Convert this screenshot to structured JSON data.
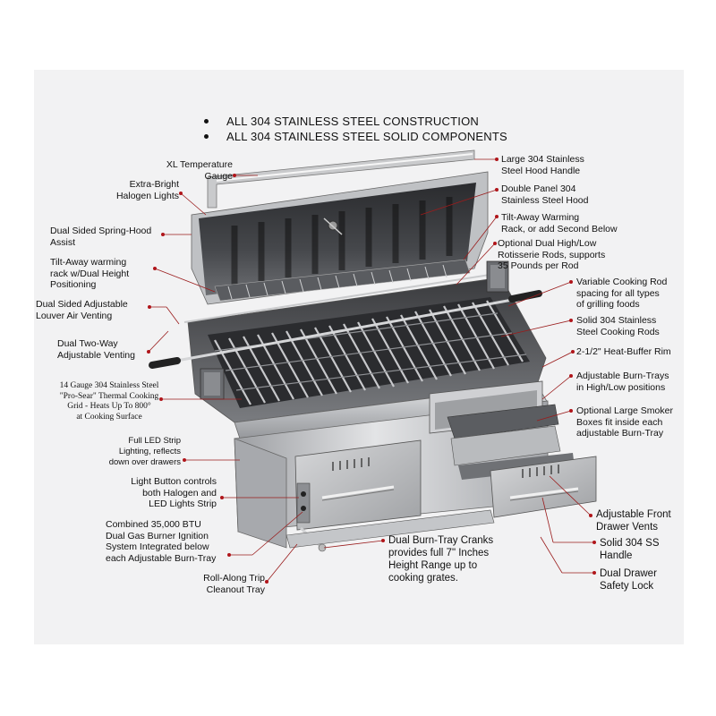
{
  "headlines": [
    "ALL 304 STAINLESS STEEL CONSTRUCTION",
    "ALL 304 STAINLESS STEEL SOLID COMPONENTS"
  ],
  "labels_left": [
    "XL Temperature\nGauge",
    "Extra-Bright\nHalogen Lights",
    "Dual Sided Spring-Hood\nAssist",
    "Tilt-Away warming\nrack w/Dual Height\nPositioning",
    "Dual Sided Adjustable\nLouver Air Venting",
    "Dual Two-Way\nAdjustable Venting",
    "14 Gauge 304 Stainless Steel\n\"Pro-Sear\" Thermal Cooking\nGrid - Heats Up To 800°\nat Cooking Surface",
    "Full LED Strip\nLighting, reflects\ndown over drawers",
    "Light Button controls\nboth Halogen and\nLED Lights Strip",
    "Combined 35,000 BTU\nDual Gas Burner Ignition\nSystem Integrated below\neach Adjustable Burn-Tray",
    "Roll-Along Trip\nCleanout Tray"
  ],
  "labels_right": [
    "Large 304 Stainless\nSteel Hood Handle",
    "Double Panel 304\nStainless Steel Hood",
    "Tilt-Away Warming\nRack, or add Second Below",
    "Optional Dual High/Low\nRotisserie Rods, supports\n35 Pounds per Rod",
    "Variable Cooking Rod\nspacing for all types\nof grilling foods",
    "Solid 304 Stainless\nSteel Cooking Rods",
    "2-1/2\" Heat-Buffer Rim",
    "Adjustable Burn-Trays\nin High/Low positions",
    "Optional Large Smoker\nBoxes fit inside each\nadjustable Burn-Tray",
    "Adjustable Front\nDrawer Vents",
    "Solid 304 SS\nHandle",
    "Dual Drawer\nSafety Lock"
  ],
  "label_bottom": "Dual Burn-Tray Cranks\nprovides full 7\" Inches\nHeight Range up to\ncooking grates.",
  "colors": {
    "leader": "#9a1c1c",
    "dot": "#b0151a",
    "panel": "#f2f2f3",
    "steel_light": "#d9dadc",
    "steel_mid": "#a9abae",
    "steel_dark": "#4a4b4e",
    "hood_interior": "#1e1f22"
  }
}
